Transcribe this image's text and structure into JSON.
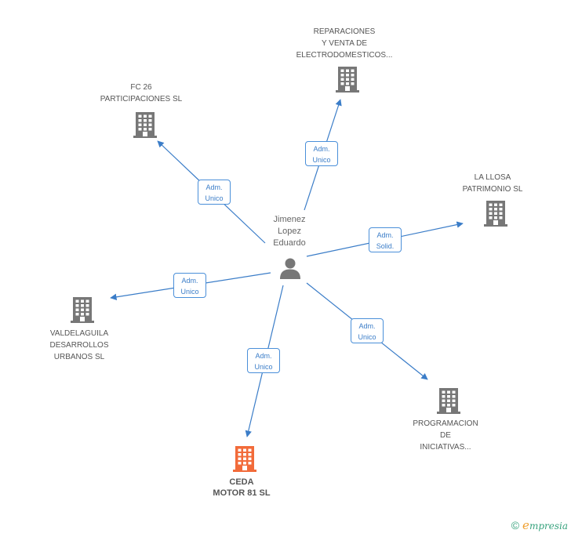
{
  "center": {
    "name_lines": [
      "Jimenez",
      "Lopez",
      "Eduardo"
    ],
    "icon": "person-icon",
    "color": "#777777"
  },
  "companies": [
    {
      "id": "reparaciones",
      "lines": [
        "REPARACIONES",
        "Y VENTA DE",
        "ELECTRODOMESTICOS..."
      ],
      "highlight": false,
      "relation": [
        "Adm.",
        "Unico"
      ]
    },
    {
      "id": "fc26",
      "lines": [
        "FC 26",
        "PARTICIPACIONES SL"
      ],
      "highlight": false,
      "relation": [
        "Adm.",
        "Unico"
      ]
    },
    {
      "id": "lallosa",
      "lines": [
        "LA LLOSA",
        "PATRIMONIO SL"
      ],
      "highlight": false,
      "relation": [
        "Adm.",
        "Solid."
      ]
    },
    {
      "id": "valdelaguila",
      "lines": [
        "VALDELAGUILA",
        "DESARROLLOS",
        "URBANOS SL"
      ],
      "highlight": false,
      "relation": [
        "Adm.",
        "Unico"
      ]
    },
    {
      "id": "programacion",
      "lines": [
        "PROGRAMACION",
        "DE",
        "INICIATIVAS..."
      ],
      "highlight": false,
      "relation": [
        "Adm.",
        "Unico"
      ]
    },
    {
      "id": "ceda",
      "lines": [
        "CEDA",
        "MOTOR 81 SL"
      ],
      "highlight": true,
      "relation": [
        "Adm.",
        "Unico"
      ]
    }
  ],
  "colors": {
    "edge": "#3b7dc8",
    "building": "#777777",
    "building_highlight": "#f26b3a",
    "brand": "#38a37e"
  },
  "footer": {
    "copyright_symbol": "©",
    "brand_initial": "e",
    "brand_rest": "mpresia"
  }
}
